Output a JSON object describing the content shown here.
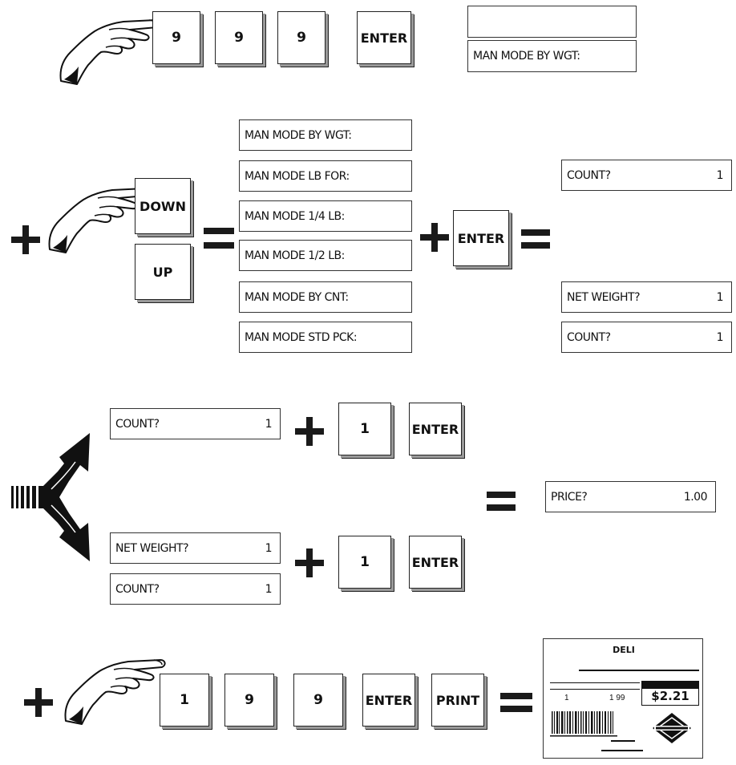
{
  "row1": {
    "keys": [
      "9",
      "9",
      "9",
      "ENTER"
    ],
    "display": {
      "line1": "",
      "line2": "MAN MODE BY WGT:"
    }
  },
  "row2": {
    "nav_keys": {
      "down": "DOWN",
      "up": "UP"
    },
    "modes": [
      "MAN MODE BY WGT:",
      "MAN MODE LB FOR:",
      "MAN MODE 1/4 LB:",
      "MAN MODE 1/2 LB:",
      "MAN MODE BY CNT:",
      "MAN MODE STD PCK:"
    ],
    "enter_key": "ENTER",
    "results": [
      {
        "label": "COUNT?",
        "value": "1"
      },
      {
        "label": "NET WEIGHT?",
        "value": "1"
      },
      {
        "label": "COUNT?",
        "value": "1"
      }
    ]
  },
  "row3": {
    "upper": {
      "display": {
        "label": "COUNT?",
        "value": "1"
      },
      "keys": [
        "1",
        "ENTER"
      ]
    },
    "lower": {
      "displays": [
        {
          "label": "NET WEIGHT?",
          "value": "1"
        },
        {
          "label": "COUNT?",
          "value": "1"
        }
      ],
      "keys": [
        "1",
        "ENTER"
      ]
    },
    "result": {
      "label": "PRICE?",
      "value": "1.00"
    }
  },
  "row4": {
    "keys": [
      "1",
      "9",
      "9",
      "ENTER",
      "PRINT"
    ],
    "label": {
      "header": "DELI",
      "qty": "1",
      "unit_price": "1 99",
      "total": "$2.21"
    }
  }
}
